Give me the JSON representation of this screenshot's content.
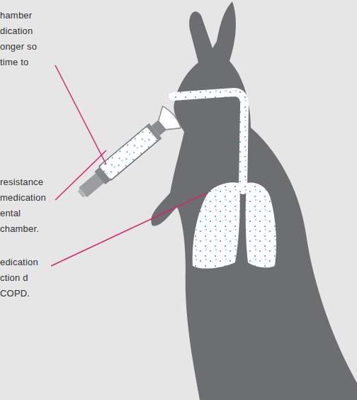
{
  "diagram": {
    "labels": [
      "hamber dication onger so time to",
      "resistance medication ental chamber.",
      "edication ction d COPD."
    ]
  }
}
